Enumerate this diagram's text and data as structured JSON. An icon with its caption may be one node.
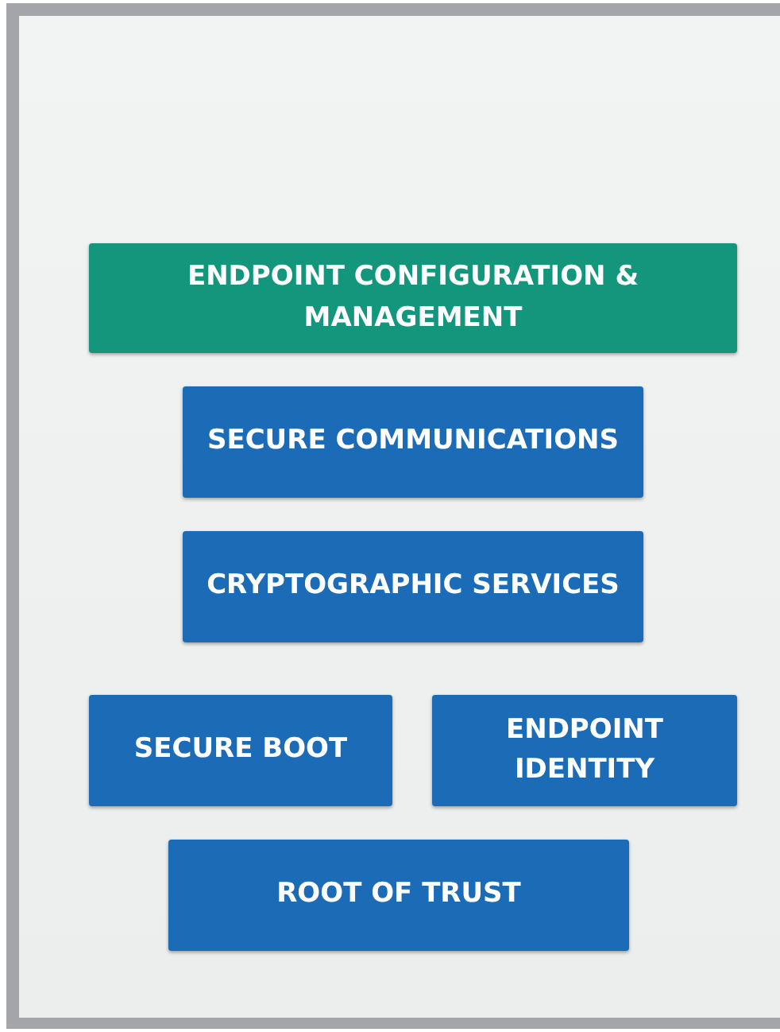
{
  "diagram": {
    "nodes": [
      {
        "text": [
          "ENDPOINT CONFIGURATION & MANAGEMENT"
        ]
      },
      {
        "text": [
          "SECURE COMMUNICATIONS"
        ]
      },
      {
        "text": [
          "CRYPTOGRAPHIC SERVICES"
        ]
      },
      {
        "text": [
          "SECURE BOOT"
        ]
      },
      {
        "text": [
          "ENDPOINT IDENTITY"
        ]
      },
      {
        "text": [
          "ROOT OF TRUST"
        ]
      }
    ]
  }
}
